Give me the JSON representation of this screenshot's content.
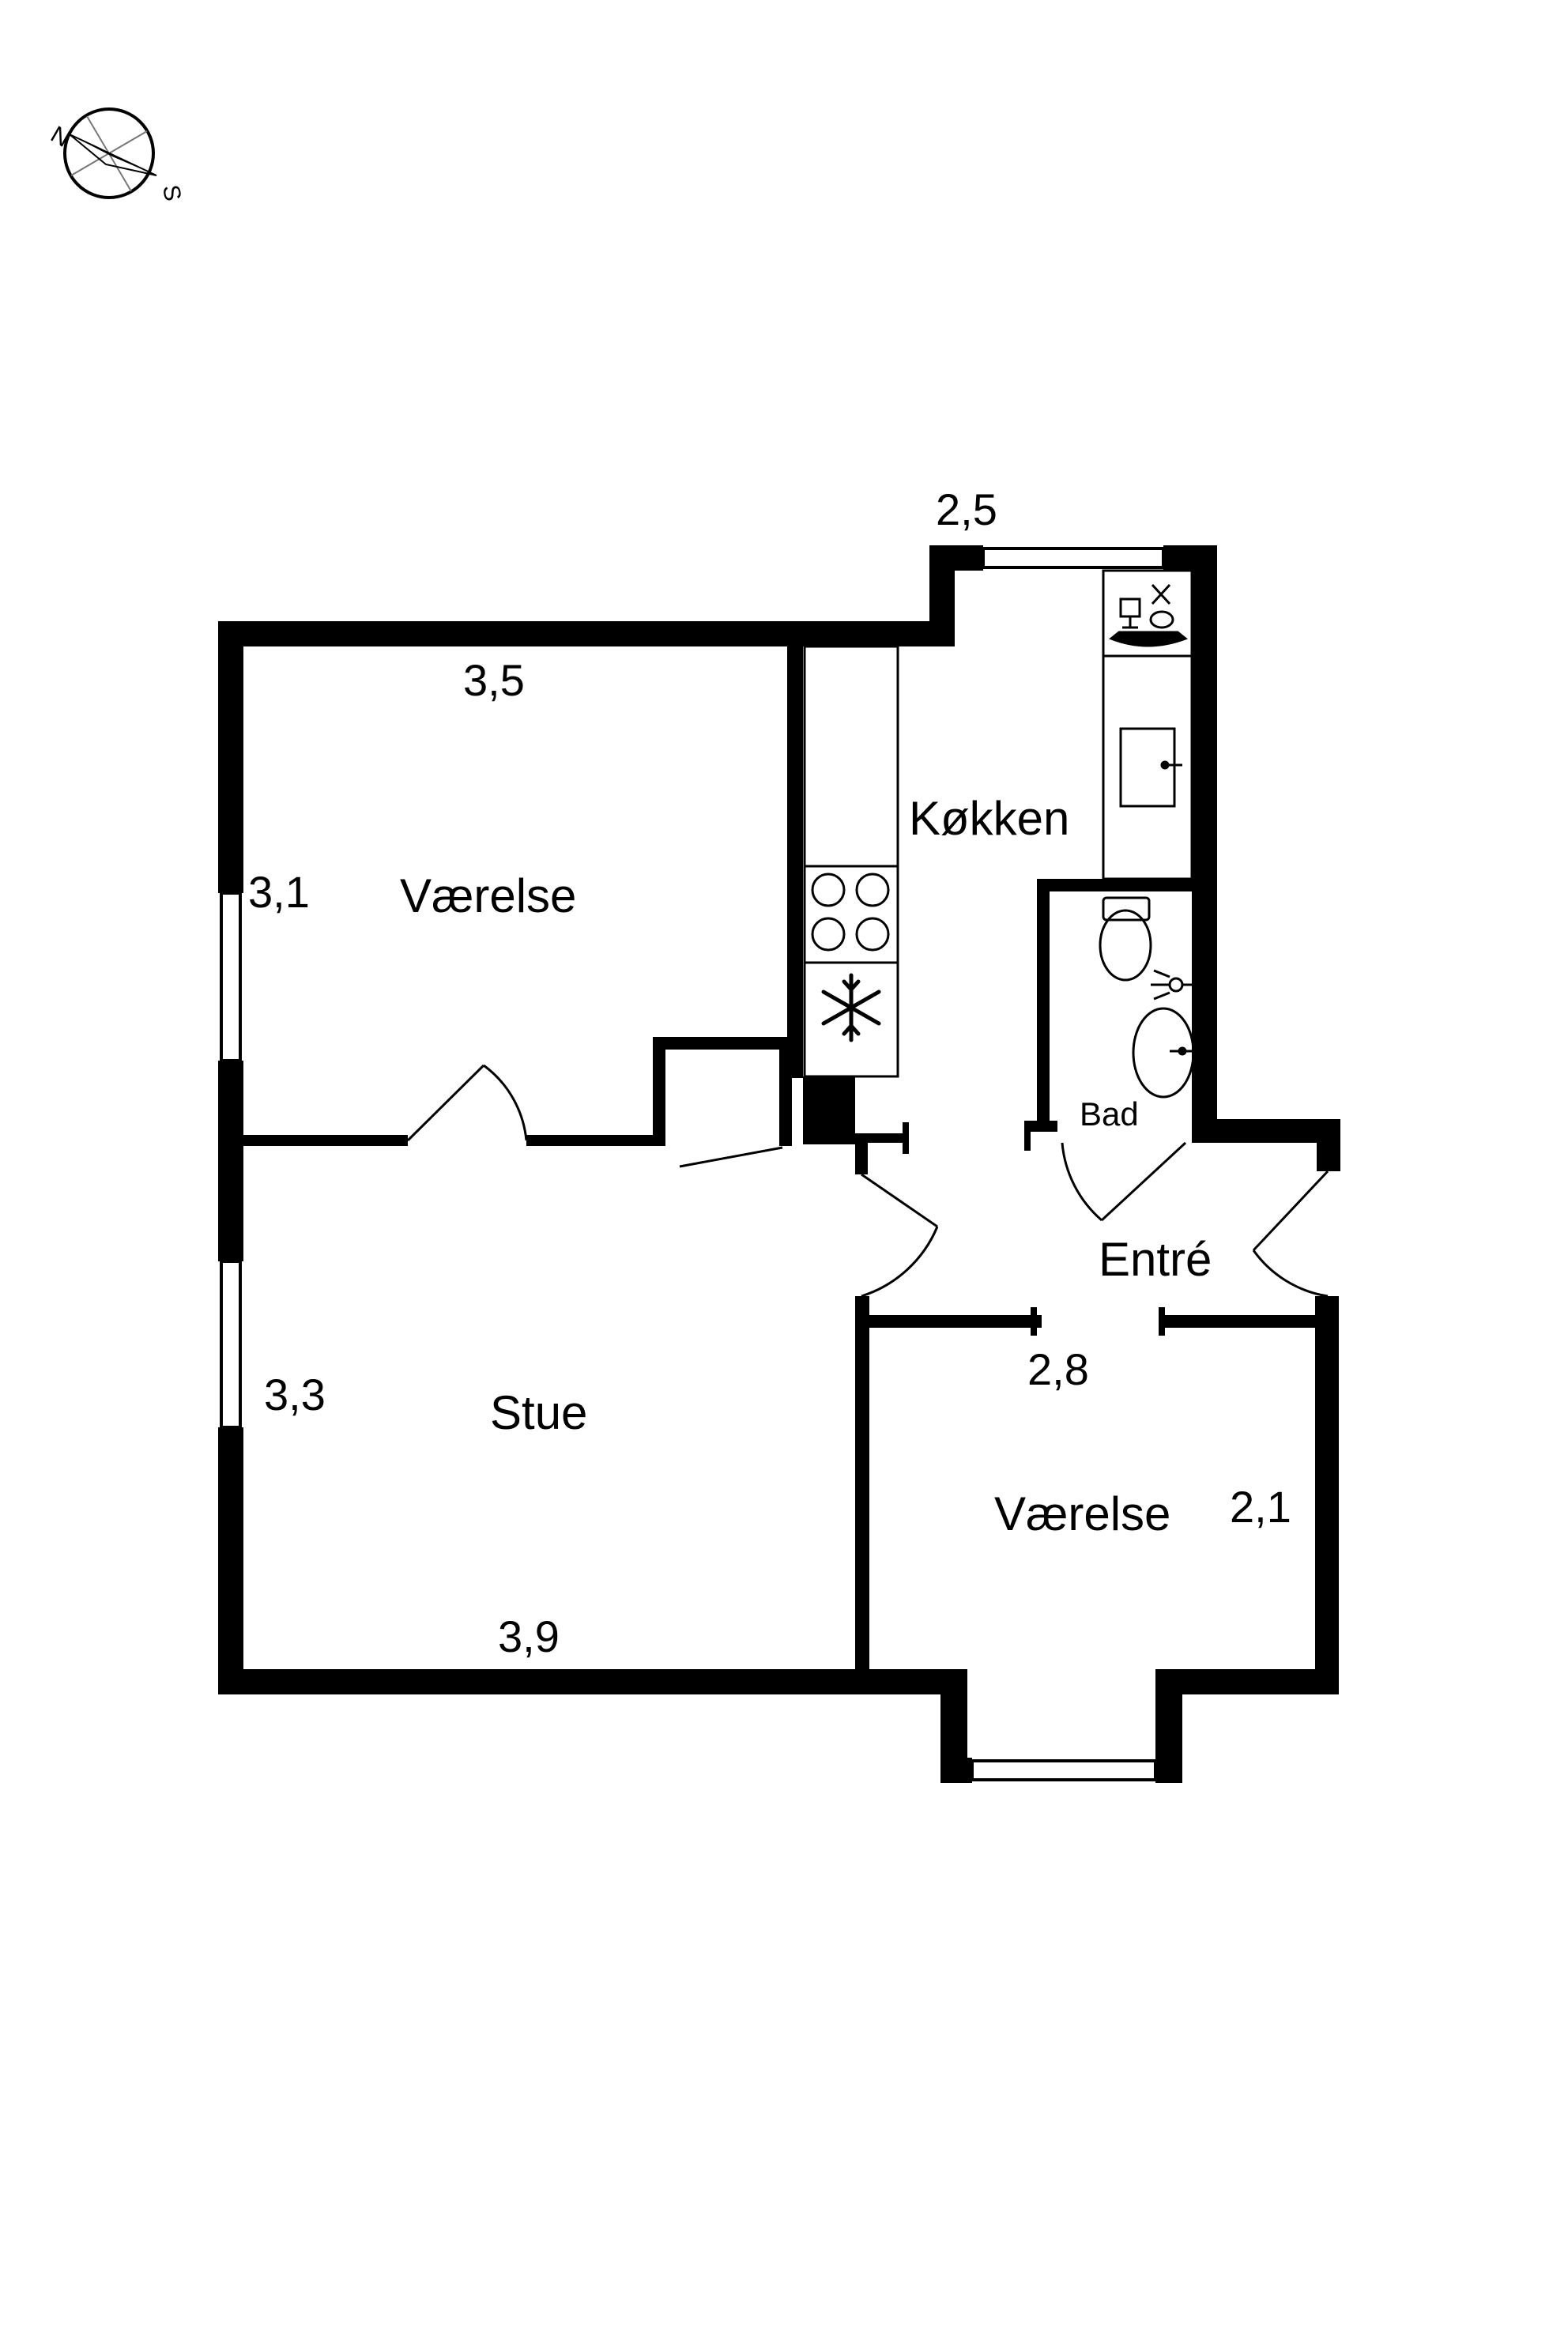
{
  "compass": {
    "north": "N",
    "south": "S"
  },
  "rooms": {
    "vaerelse_top": "Værelse",
    "kokken": "Køkken",
    "bad": "Bad",
    "entre": "Entré",
    "stue": "Stue",
    "vaerelse_bottom": "Værelse"
  },
  "dimensions": {
    "kitchen_top": "2,5",
    "vaerelse_top_width": "3,5",
    "vaerelse_top_depth": "3,1",
    "stue_depth": "3,3",
    "stue_width": "3,9",
    "vaerelse_bottom_width": "2,8",
    "vaerelse_bottom_depth": "2,1"
  },
  "colors": {
    "wall": "#000000",
    "background": "#ffffff"
  }
}
